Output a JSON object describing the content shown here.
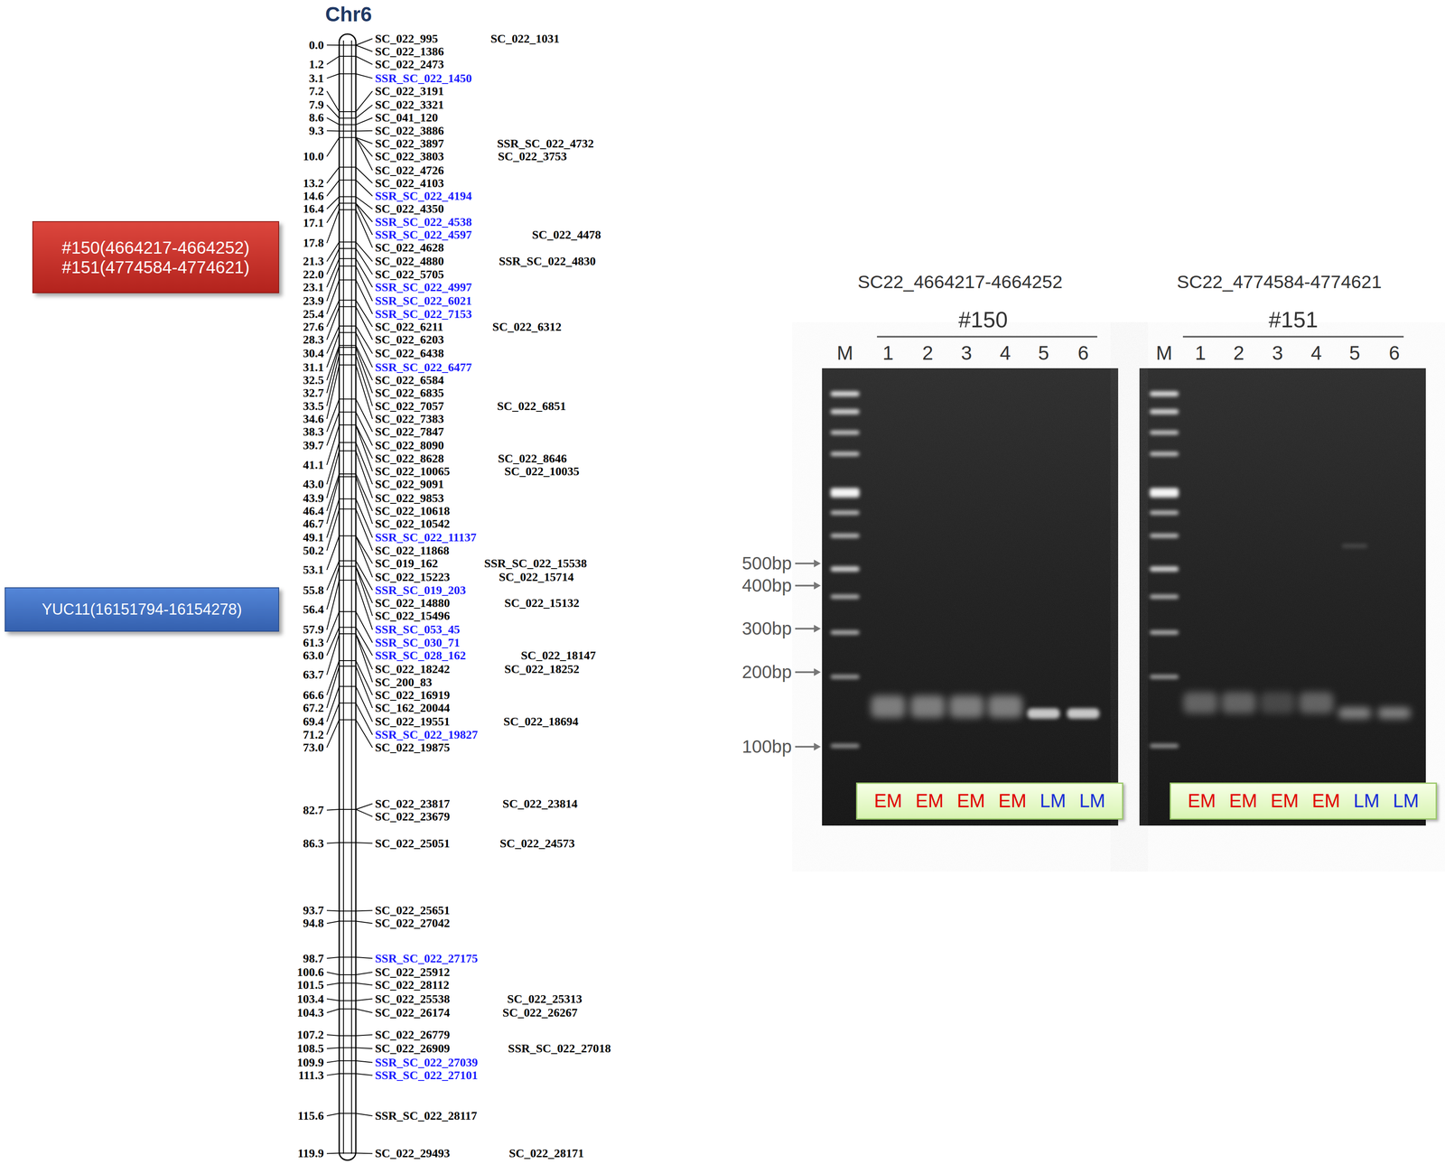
{
  "diagram": {
    "nodes": [
      {
        "text": [
          "#150(4664217-4664252)",
          "#151(4774584-4774621)"
        ]
      },
      {
        "text": [
          "YUC11(16151794-16154278)"
        ]
      },
      {
        "text": [
          "EM",
          "EM",
          "EM",
          "EM",
          "LM",
          "LM"
        ]
      },
      {
        "text": [
          "EM",
          "EM",
          "EM",
          "EM",
          "LM",
          "LM"
        ]
      }
    ],
    "labels": [
      "Chr6",
      "0.0",
      "1.2",
      "3.1",
      "7.2",
      "7.9",
      "8.6",
      "9.3",
      "10.0",
      "13.2",
      "14.6",
      "16.4",
      "17.1",
      "17.8",
      "21.3",
      "22.0",
      "23.1",
      "23.9",
      "25.4",
      "27.6",
      "28.3",
      "30.4",
      "31.1",
      "32.5",
      "32.7",
      "33.5",
      "34.6",
      "38.3",
      "39.7",
      "41.1",
      "43.0",
      "43.9",
      "46.4",
      "46.7",
      "49.1",
      "50.2",
      "53.1",
      "55.8",
      "56.4",
      "57.9",
      "61.3",
      "63.0",
      "63.7",
      "66.6",
      "67.2",
      "69.4",
      "71.2",
      "73.0",
      "82.7",
      "86.3",
      "93.7",
      "94.8",
      "98.7",
      "100.6",
      "101.5",
      "103.4",
      "104.3",
      "107.2",
      "108.5",
      "109.9",
      "111.3",
      "115.6",
      "119.9",
      "SC_022_995",
      "SC_022_1386",
      "SC_022_2473",
      "SSR_SC_022_1450",
      "SC_022_3191",
      "SC_022_3321",
      "SC_041_120",
      "SC_022_3886",
      "SC_022_3897",
      "SC_022_3803",
      "SC_022_4726",
      "SC_022_4103",
      "SSR_SC_022_4194",
      "SC_022_4350",
      "SSR_SC_022_4538",
      "SSR_SC_022_4597",
      "SC_022_4628",
      "SC_022_4880",
      "SC_022_5705",
      "SSR_SC_022_4997",
      "SSR_SC_022_6021",
      "SSR_SC_022_7153",
      "SC_022_6211",
      "SC_022_6203",
      "SC_022_6438",
      "SSR_SC_022_6477",
      "SC_022_6584",
      "SC_022_6835",
      "SC_022_7057",
      "SC_022_7383",
      "SC_022_7847",
      "SC_022_8090",
      "SC_022_8628",
      "SC_022_10065",
      "SC_022_9091",
      "SC_022_9853",
      "SC_022_10618",
      "SC_022_10542",
      "SSR_SC_022_11137",
      "SC_022_11868",
      "SC_019_162",
      "SC_022_15223",
      "SSR_SC_019_203",
      "SC_022_14880",
      "SC_022_15496",
      "SSR_SC_053_45",
      "SSR_SC_030_71",
      "SSR_SC_028_162",
      "SC_022_18242",
      "SC_200_83",
      "SC_022_16919",
      "SC_162_20044",
      "SC_022_19551",
      "SSR_SC_022_19827",
      "SC_022_19875",
      "SC_022_23817",
      "SC_022_23679",
      "SC_022_25051",
      "SC_022_25651",
      "SC_022_27042",
      "SSR_SC_022_27175",
      "SC_022_25912",
      "SC_022_28112",
      "SC_022_25538",
      "SC_022_26174",
      "SC_022_26779",
      "SC_022_26909",
      "SSR_SC_022_27039",
      "SSR_SC_022_27101",
      "SSR_SC_022_28117",
      "SC_022_29493",
      "SC_022_1031",
      "SSR_SC_022_4732",
      "SC_022_3753",
      "SC_022_4478",
      "SSR_SC_022_4830",
      "SC_022_6312",
      "SC_022_6851",
      "SC_022_8646",
      "SC_022_10035",
      "SSR_SC_022_15538",
      "SC_022_15714",
      "SC_022_15132",
      "SC_022_18147",
      "SC_022_18252",
      "SC_022_18694",
      "SC_022_23814",
      "SC_022_24573",
      "SC_022_25313",
      "SC_022_26267",
      "SSR_SC_022_27018",
      "SC_022_28171",
      "SC22_4664217-4664252",
      "#150",
      "M",
      "1",
      "2",
      "3",
      "4",
      "5",
      "6",
      "500bp",
      "400bp",
      "300bp",
      "200bp",
      "100bp",
      "SC22_4774584-4774621",
      "#151",
      "M",
      "1",
      "2",
      "3",
      "4",
      "5",
      "6"
    ]
  }
}
